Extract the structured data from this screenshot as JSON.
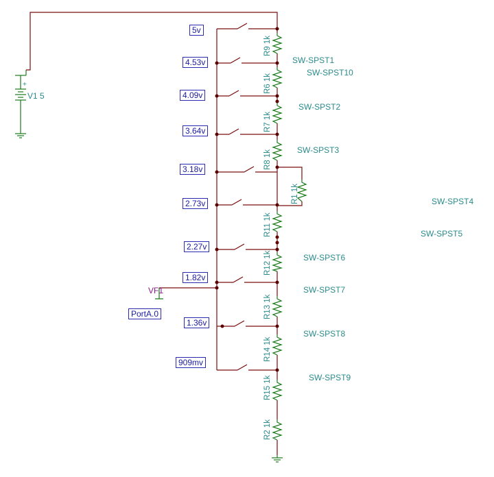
{
  "voltage_probes": [
    "5v",
    "4.53v",
    "4.09v",
    "3.64v",
    "3.18v",
    "2.73v",
    "2.27v",
    "1.82v",
    "1.36v",
    "909mv"
  ],
  "switches": [
    "SW-SPST1",
    "SW-SPST10",
    "SW-SPST2",
    "SW-SPST3",
    "SW-SPST4",
    "SW-SPST5",
    "SW-SPST6",
    "SW-SPST7",
    "SW-SPST8",
    "SW-SPST9"
  ],
  "resistors": [
    "R9 1k",
    "R6 1k",
    "R7 1k",
    "R8 1k",
    "R1 1k",
    "R11 1k",
    "R12 1k",
    "R13 1k",
    "R14 1k",
    "R15 1k",
    "R2 1k"
  ],
  "source": {
    "label": "V1 5",
    "plus": "+"
  },
  "probe": {
    "label": "VF1",
    "port": "PortA.0"
  }
}
